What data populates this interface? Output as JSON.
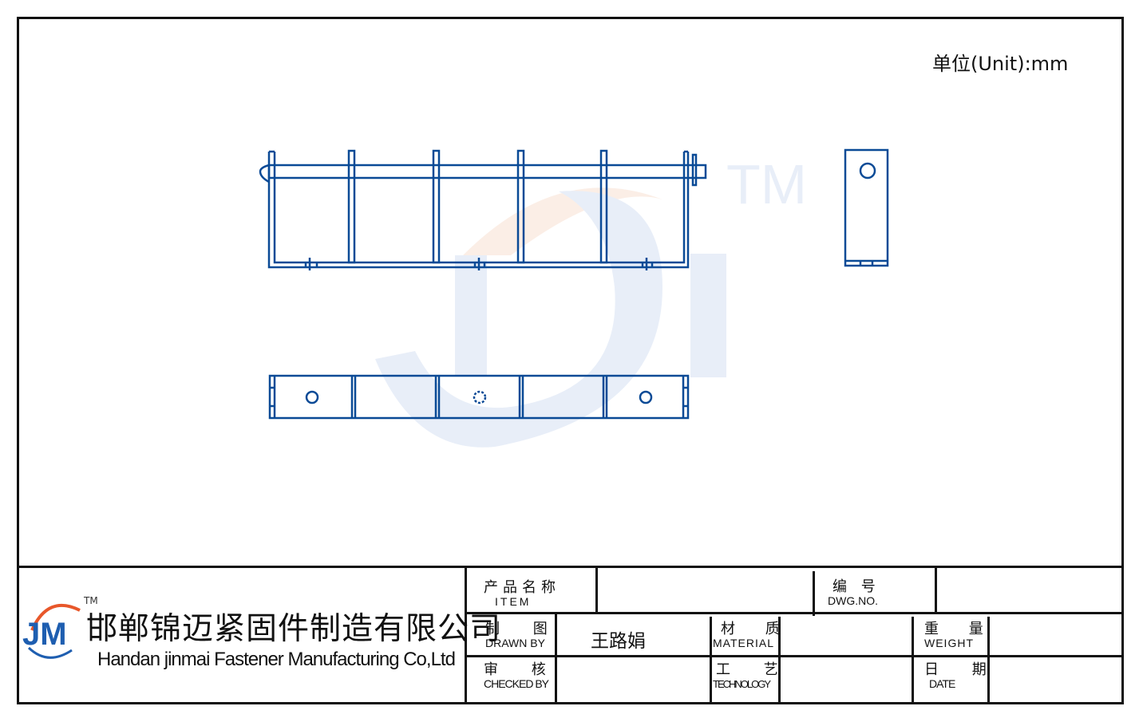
{
  "drawing": {
    "unit_label": "单位(Unit):mm",
    "line_color": "#0a4a96",
    "watermark": {
      "text": "JM",
      "tm": "TM",
      "colors": [
        "#e8eef8",
        "#fbeee6"
      ]
    }
  },
  "company": {
    "tm": "TM",
    "name_cn": "邯郸锦迈紧固件制造有限公司",
    "name_en": "Handan jinmai Fastener Manufacturing Co,Ltd",
    "logo_text": "JM",
    "logo_colors": [
      "#1e5eb0",
      "#e8572a"
    ]
  },
  "title_block": {
    "item": {
      "cn": "产品名称",
      "en": "ITEM",
      "value": ""
    },
    "dwg_no": {
      "cn": "编 号",
      "en": "DWG.NO.",
      "value": ""
    },
    "drawn_by": {
      "cn": "制 图",
      "en": "DRAWN BY",
      "value": "王路娟"
    },
    "material": {
      "cn": "材 质",
      "en": "MATERIAL",
      "value": ""
    },
    "weight": {
      "cn": "重 量",
      "en": "WEIGHT",
      "value": ""
    },
    "checked_by": {
      "cn": "审 核",
      "en": "CHECKED BY",
      "value": ""
    },
    "technology": {
      "cn": "工 艺",
      "en": "TECHNOLOGY",
      "value": ""
    },
    "date": {
      "cn": "日 期",
      "en": "DATE",
      "value": ""
    }
  }
}
